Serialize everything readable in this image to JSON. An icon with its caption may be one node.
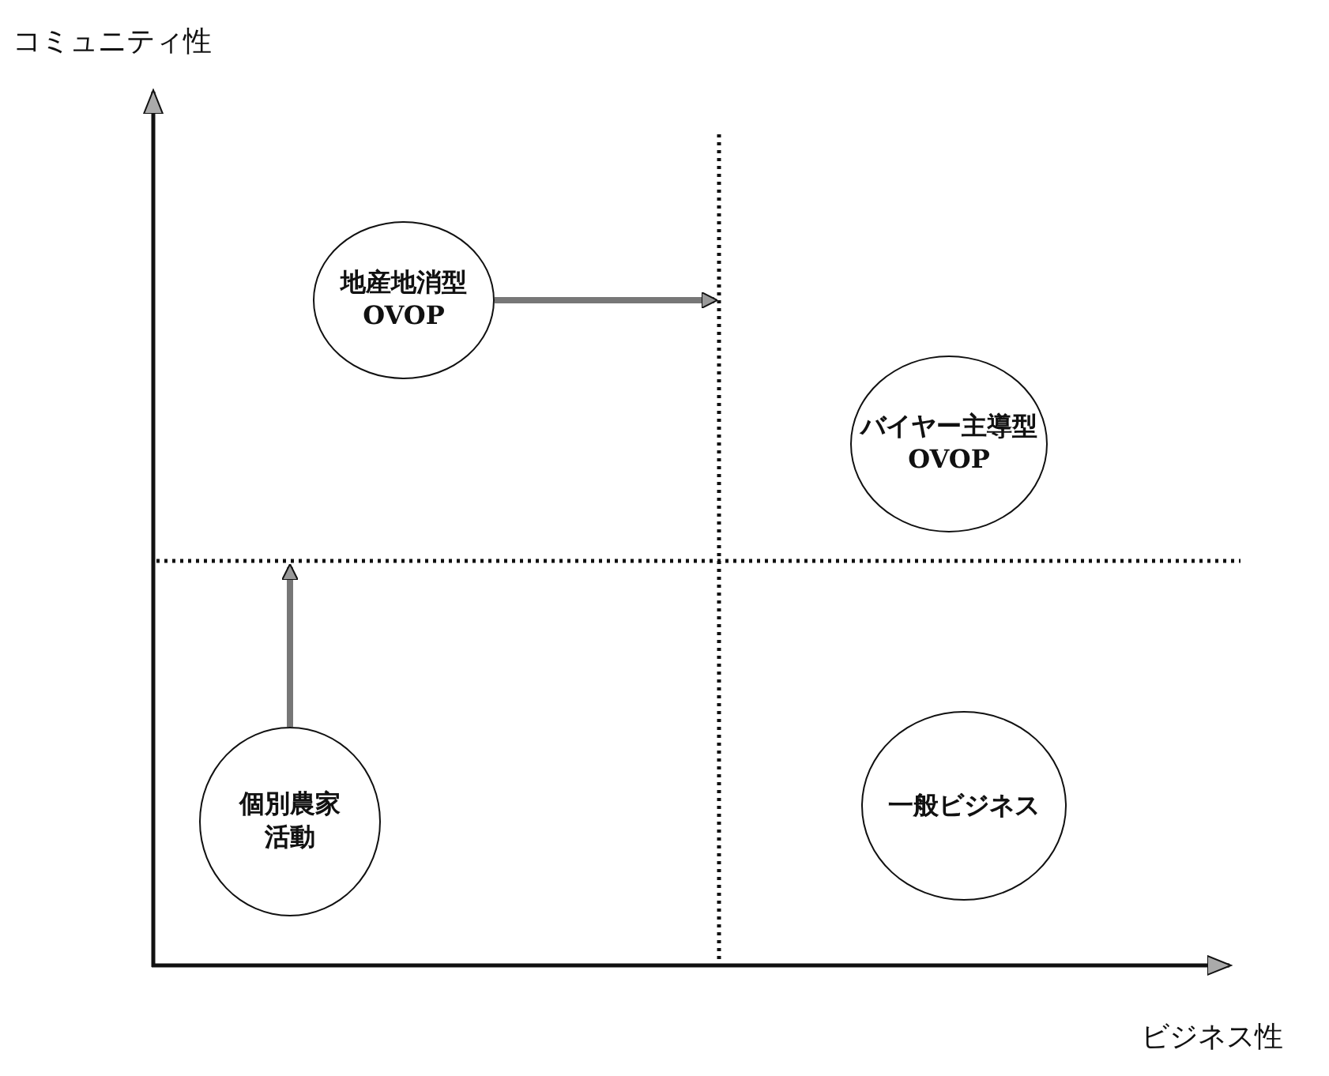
{
  "diagram": {
    "nodes": [
      {
        "text": [
          "地産地消型 OVOP"
        ]
      },
      {
        "text": [
          "バイヤー主導型 OVOP"
        ]
      },
      {
        "text": [
          "個別農家活動"
        ]
      },
      {
        "text": [
          "一般ビジネス"
        ]
      }
    ],
    "edges": [
      {
        "from": 0,
        "to": null,
        "arrow": "to"
      },
      {
        "from": 2,
        "to": null,
        "arrow": "to"
      }
    ],
    "labels": [
      "コミュニティ性",
      "ビジネス性"
    ]
  }
}
